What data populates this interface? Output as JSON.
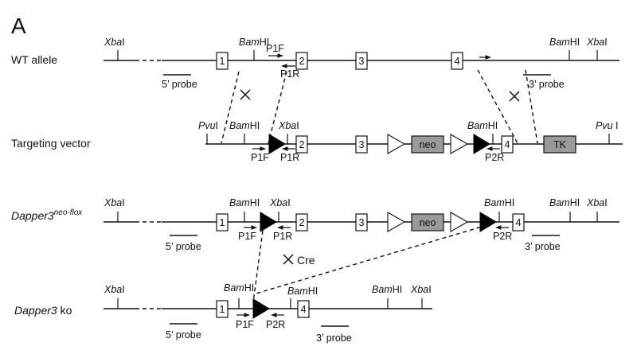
{
  "panel_label": "A",
  "rows": {
    "wt": "WT allele",
    "targeting": "Targeting vector",
    "neoflox_italic": "Dapper3",
    "neoflox_sup": "neo-flox",
    "ko_italic": "Dapper3",
    "ko_suffix": " ko"
  },
  "enzymes": {
    "xba_italic": "Xba",
    "xba_suffix": "I",
    "bam_italic": "Bam",
    "bam_suffix": "HI",
    "pvu_italic": "Pvu",
    "pvu_suffix": "I",
    "pvu_suffix_spaced": " I"
  },
  "exons": {
    "e1": "1",
    "e2": "2",
    "e3": "3",
    "e4": "4"
  },
  "cassettes": {
    "neo": "neo",
    "tk": "TK"
  },
  "primers": {
    "p1f": "P1F",
    "p1r": "P1R",
    "p2r": "P2R"
  },
  "probes": {
    "p5": "5’ probe",
    "p3": "3’ probe"
  },
  "cre": "Cre",
  "colors": {
    "line": "#111111",
    "cassette_fill": "#9a9a9a",
    "lox": "#000000"
  }
}
